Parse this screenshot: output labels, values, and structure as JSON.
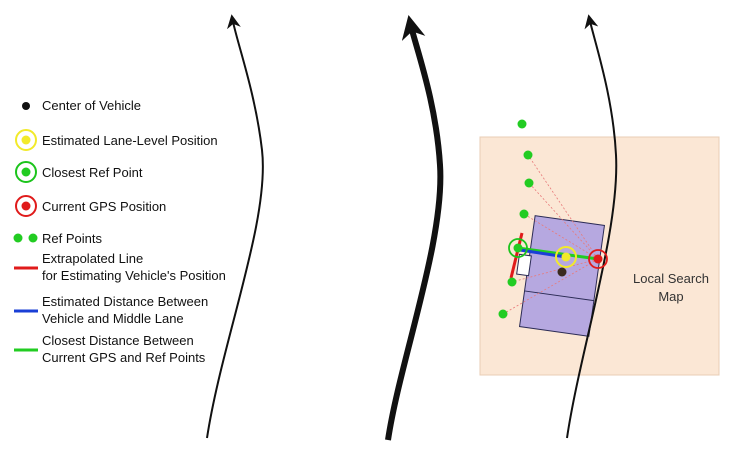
{
  "legend": {
    "center_vehicle": "Center of Vehicle",
    "estimated_lane_position": "Estimated Lane-Level Position",
    "closest_ref_point": "Closest Ref Point",
    "current_gps_position": "Current GPS Position",
    "ref_points": "Ref Points",
    "extrapolated_line_1": "Extrapolated Line",
    "extrapolated_line_2": "for Estimating Vehicle's Position",
    "estimated_distance_1": "Estimated Distance Between",
    "estimated_distance_2": "Vehicle and Middle Lane",
    "closest_distance_1": "Closest Distance Between",
    "closest_distance_2": "Current GPS and Ref Points"
  },
  "map_label": {
    "line1": "Local Search",
    "line2": "Map"
  },
  "colors": {
    "center": "#111111",
    "estimated": "#f2ea2a",
    "closest": "#1cc41c",
    "gps": "#e01b1b",
    "ref": "#22cc22",
    "extrapolated": "#e01b1b",
    "distance": "#1a3fd6",
    "closest_line": "#22cc22",
    "map_fill": "#fbe7d5",
    "vehicle_fill": "#b6a8e0"
  }
}
